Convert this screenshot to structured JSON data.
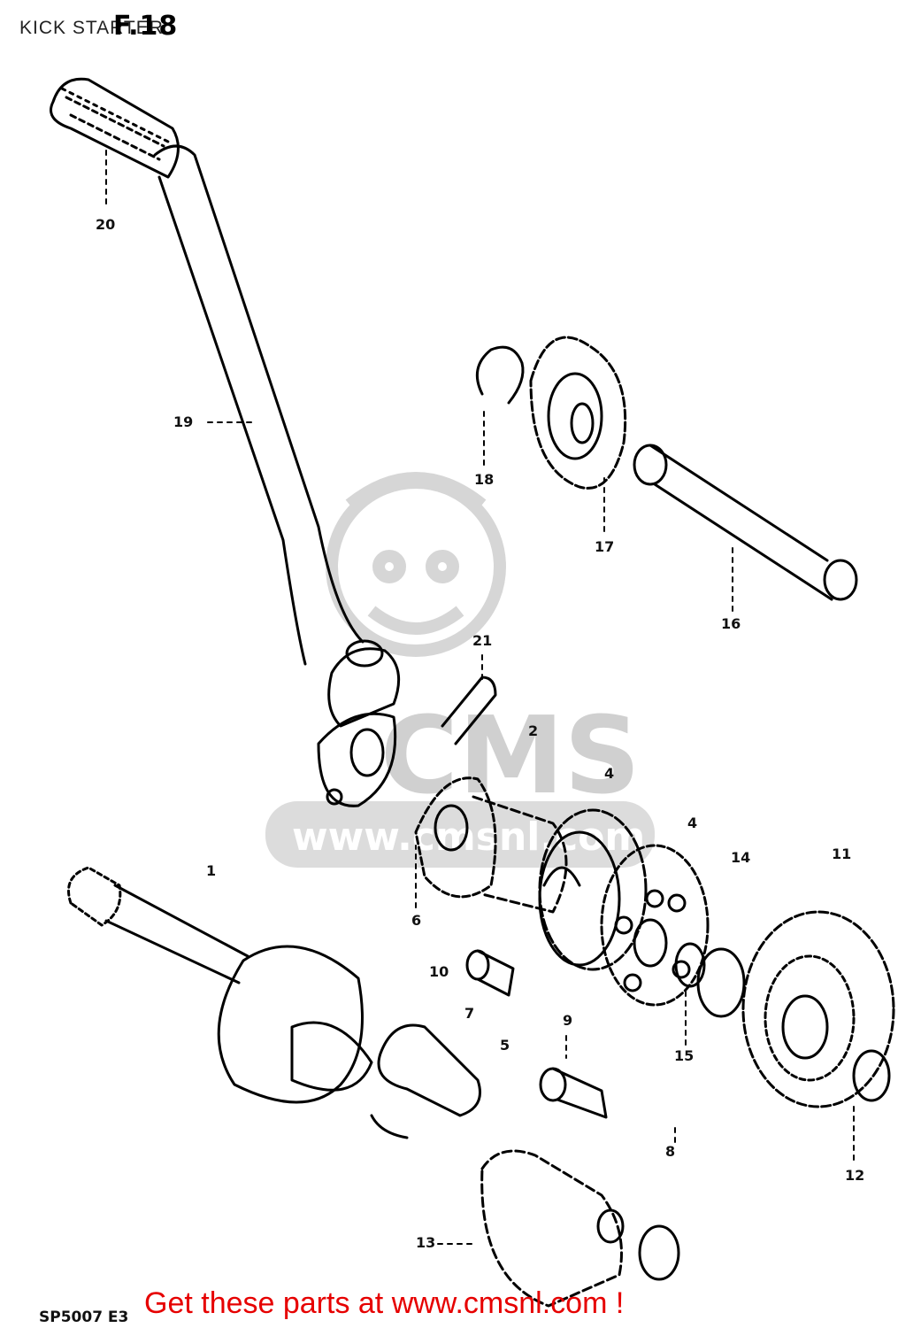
{
  "header": {
    "title": "KICK STARTER",
    "figure": "F.18"
  },
  "callouts": [
    "1",
    "2",
    "4",
    "4",
    "5",
    "6",
    "7",
    "8",
    "9",
    "10",
    "11",
    "12",
    "13",
    "14",
    "15",
    "16",
    "17",
    "18",
    "19",
    "20",
    "21"
  ],
  "diagram_code": "SP5007 E3",
  "banner": {
    "text": "Get these parts at www.cmsnl.com !",
    "color": "#e60000"
  },
  "watermark": {
    "text": "CMS",
    "url_text": "www.cmsnl.com"
  },
  "colors": {
    "ink": "#000000",
    "watermark": "#d4d4d4",
    "background": "#ffffff"
  }
}
